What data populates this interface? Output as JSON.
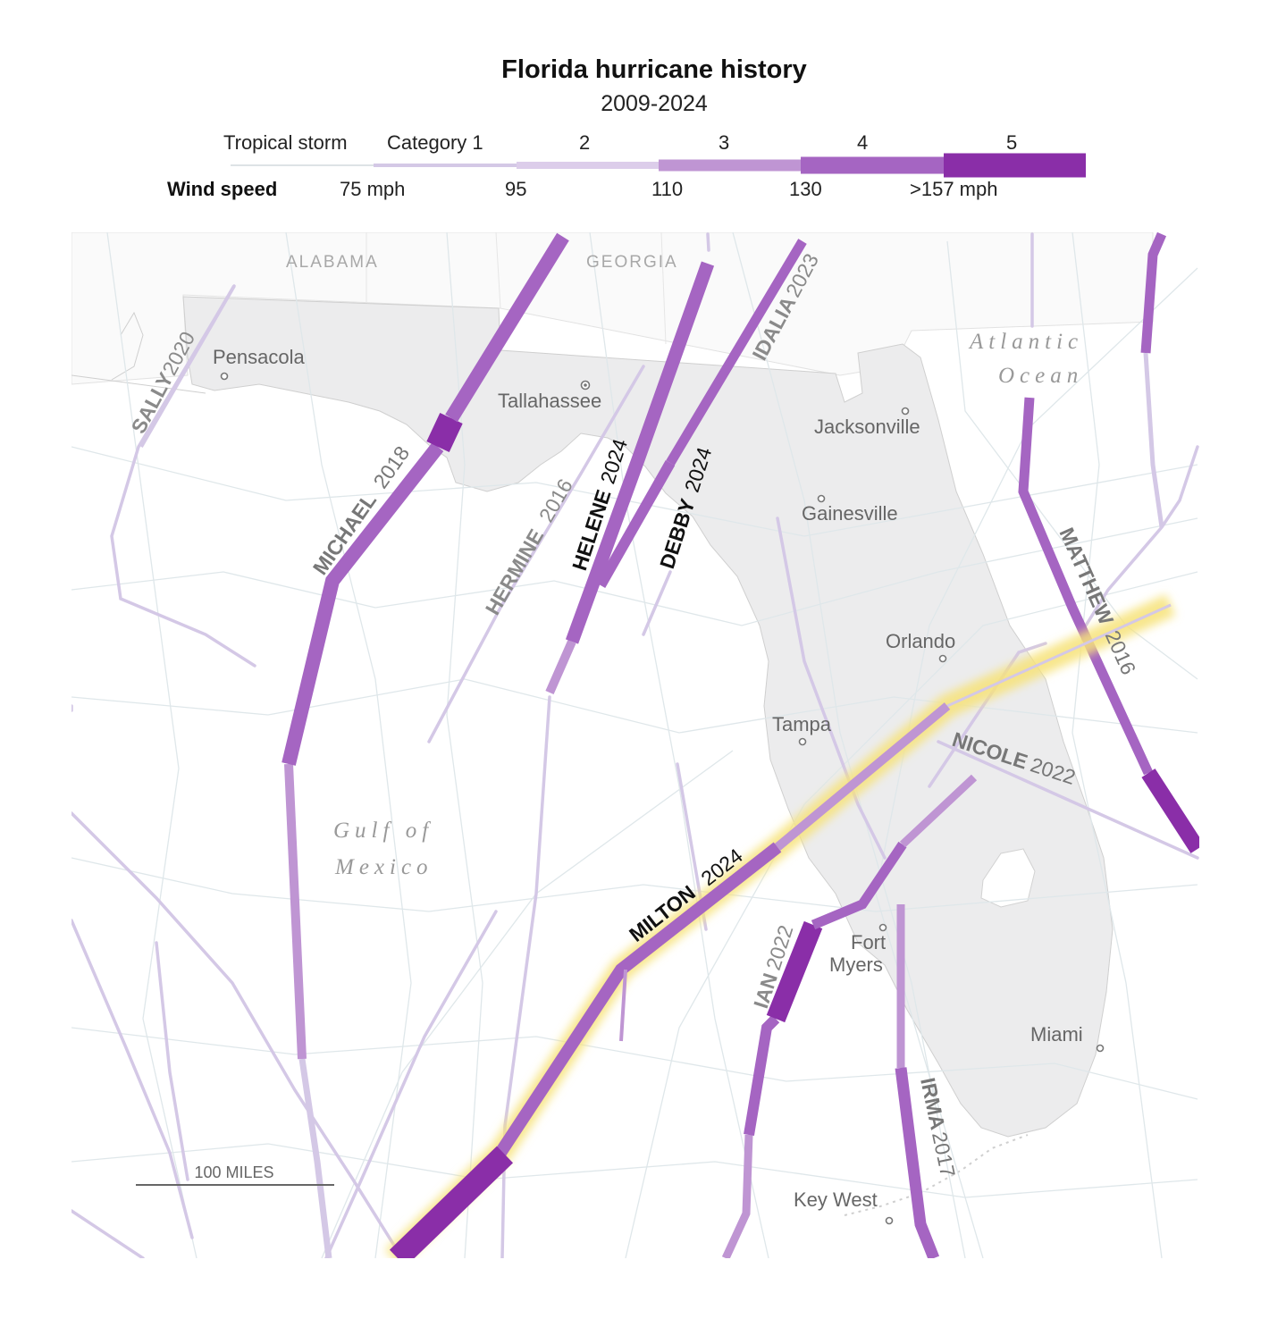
{
  "title": "Florida hurricane history",
  "subtitle": "2009-2024",
  "legend": {
    "categories": [
      "Tropical storm",
      "Category 1",
      "2",
      "3",
      "4",
      "5"
    ],
    "wind_label": "Wind speed",
    "speeds": [
      "75 mph",
      "95",
      "110",
      "130",
      ">157 mph"
    ],
    "colors": {
      "tropical_storm": "#d4c8e6",
      "cat1": "#d4c8e6",
      "cat2": "#dccdea",
      "cat3": "#bf95d3",
      "cat4": "#a565c2",
      "cat5": "#8a2ea8"
    }
  },
  "map": {
    "states": [
      "ALABAMA",
      "GEORGIA"
    ],
    "water": [
      "Atlantic",
      "Ocean",
      "Gulf of",
      "Mexico"
    ],
    "cities": [
      "Pensacola",
      "Tallahassee",
      "Jacksonville",
      "Gainesville",
      "Orlando",
      "Tampa",
      "Fort",
      "Myers",
      "Miami",
      "Key West"
    ],
    "scale_label": "100 MILES",
    "storms": [
      {
        "name": "SALLY",
        "year": "2020"
      },
      {
        "name": "MICHAEL",
        "year": "2018"
      },
      {
        "name": "HERMINE",
        "year": "2016"
      },
      {
        "name": "HELENE",
        "year": "2024"
      },
      {
        "name": "DEBBY",
        "year": "2024"
      },
      {
        "name": "IDALIA",
        "year": "2023"
      },
      {
        "name": "MATTHEW",
        "year": "2016"
      },
      {
        "name": "NICOLE",
        "year": "2022"
      },
      {
        "name": "MILTON",
        "year": "2024"
      },
      {
        "name": "IAN",
        "year": "2022"
      },
      {
        "name": "IRMA",
        "year": "2017"
      }
    ]
  }
}
